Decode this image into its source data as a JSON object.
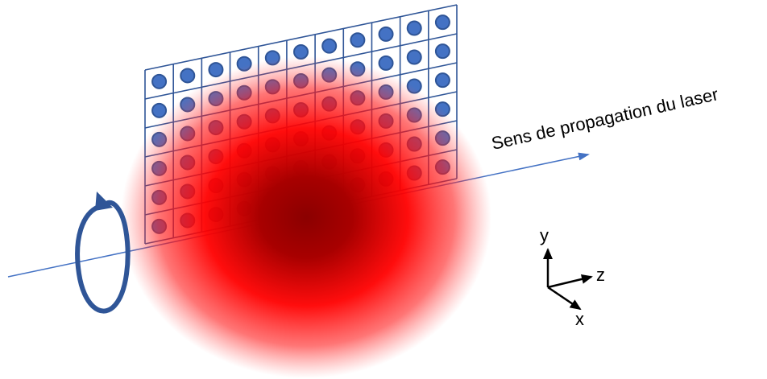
{
  "labels": {
    "propagation": "Sens de propagation du laser",
    "axis_y": "y",
    "axis_z": "z",
    "axis_x": "x"
  },
  "grid": {
    "rows": 6,
    "cols": 11
  },
  "colors": {
    "beam_axis": "#4472c4",
    "grid_line": "#2f5597",
    "atom_fill": "#4472c4",
    "atom_stroke": "#2f5597",
    "polarization": "#2f5597",
    "laser_center": "#8b0000",
    "laser_mid": "#ff0000",
    "axes": "#000000"
  }
}
